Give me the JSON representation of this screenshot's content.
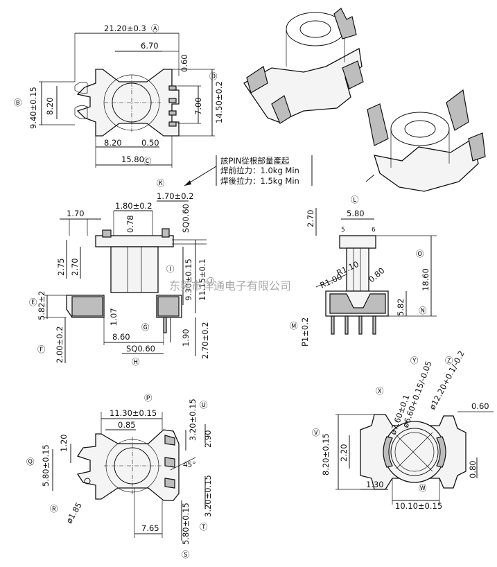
{
  "top_view": {
    "dims": {
      "overall_width": "21.20±0.3",
      "hole_width": "6.70",
      "pin_offset": "0.60",
      "left_height": "9.40±0.15",
      "inner_height": "8.20",
      "right_height": "14.50±0.2",
      "slot_height": "7.00",
      "bottom_left": "8.20",
      "bottom_gap": "0.50",
      "base_width": "15.80"
    },
    "markers": {
      "A": "Ⓐ",
      "B": "Ⓑ",
      "C": "Ⓒ",
      "D": "Ⓓ"
    }
  },
  "note": {
    "line1": "該PIN從根部量產起",
    "line2": "焊前拉力：1.0kg Min",
    "line3": "焊後拉力：1.5kg Min"
  },
  "side_view": {
    "dims": {
      "top_tab": "1.70±0.2",
      "left_step": "1.70",
      "flange_gap": "1.80±0.2",
      "wall": "0.78",
      "sq": "SQ0.60",
      "h1": "2.75",
      "h2": "2.70",
      "inner": "9.30±0.15",
      "total": "11.15±0.1",
      "flange": "5.82±2",
      "core": "1.07",
      "span": "8.60",
      "pin_len": "2.00±0.2",
      "pin_sq": "SQ0.60",
      "pin_h": "1.90",
      "pin_h2": "2.70±0.2"
    },
    "markers": {
      "K": "Ⓚ",
      "I": "Ⓘ",
      "J": "Ⓙ",
      "E": "Ⓔ",
      "F": "Ⓕ",
      "G": "Ⓖ",
      "H": "Ⓗ"
    }
  },
  "front_view": {
    "dims": {
      "top": "2.70",
      "width": "5.80",
      "radius1": "R1.00",
      "radius2": "R1.10",
      "slot": "0.80",
      "height": "18.60",
      "lower": "5.82",
      "pitch": "P1±0.2"
    },
    "pin_labels": {
      "five": "5",
      "six": "6"
    },
    "markers": {
      "L": "Ⓛ",
      "O": "Ⓞ",
      "N": "Ⓝ",
      "M": "Ⓜ"
    }
  },
  "bottom_view": {
    "dims": {
      "width": "11.30±0.15",
      "offset": "0.85",
      "top_right": "3.20±0.15",
      "slot": "2.90",
      "pin_top": "1.20",
      "left": "5.80±0.15",
      "angle": "45°",
      "right_low": "3.20±0.15",
      "hole": "ø1.85",
      "base": "7.65",
      "right_bottom": "5.80±0.15"
    },
    "markers": {
      "P": "Ⓟ",
      "U": "Ⓤ",
      "Q": "Ⓠ",
      "R": "Ⓡ",
      "T": "Ⓣ",
      "S": "Ⓢ"
    }
  },
  "section_view": {
    "dims": {
      "d1": "ø7.60±0.1",
      "d2": "ø6.60+0.15/-0.05",
      "d3": "ø12.20+0.1/-0.2",
      "pin": "0.60",
      "height": "8.20±0.15",
      "inner": "2.20",
      "right": "0.80",
      "left": "1.30",
      "width": "10.10±0.15"
    },
    "markers": {
      "X": "Ⓧ",
      "Y": "Ⓨ",
      "Z": "Ⓩ",
      "V": "Ⓥ",
      "W": "Ⓦ"
    }
  },
  "watermark": "东莞市洋通电子有限公司"
}
